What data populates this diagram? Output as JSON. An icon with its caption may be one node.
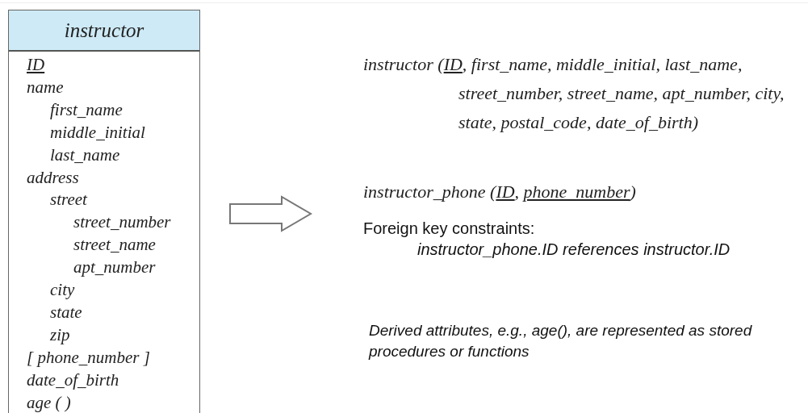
{
  "diagram": {
    "nodes": [
      {
        "text": [
          "instructor",
          "ID",
          "name",
          "first_name",
          "middle_initial",
          "last_name",
          "address",
          "street",
          "street_number",
          "street_name",
          "apt_number",
          "city",
          "state",
          "zip",
          "[ phone_number ]",
          "date_of_birth",
          "age ( )"
        ]
      },
      {
        "text": [
          "instructor (ID, first_name, middle_initial, last_name, street_number, street_name, apt_number, city, state, postal_code, date_of_birth)",
          "instructor_phone (ID, phone_number)",
          "Foreign key constraints:",
          "instructor_phone.ID references instructor.ID",
          "Derived attributes, e.g., age(), are represented as stored procedures or functions"
        ]
      }
    ],
    "edges": [
      {
        "from": 0,
        "to": 1,
        "arrow": "to"
      }
    ]
  }
}
